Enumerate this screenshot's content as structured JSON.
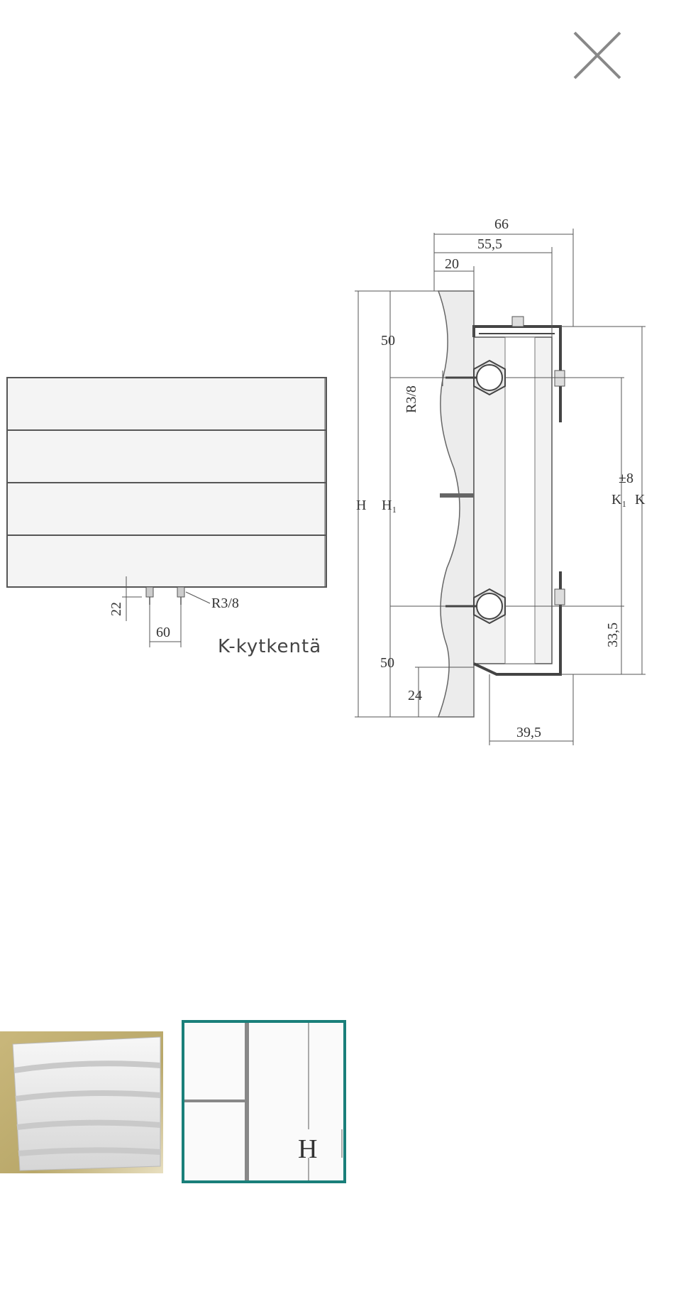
{
  "close_button": {
    "icon": "close-icon"
  },
  "drawing": {
    "caption": "K-kytkentä",
    "front_view": {
      "dim_22": "22",
      "dim_60": "60",
      "thread_label": "R3/8"
    },
    "side_view": {
      "dim_66": "66",
      "dim_55_5": "55,5",
      "dim_20": "20",
      "dim_50_top": "50",
      "dim_50_bottom": "50",
      "dim_24": "24",
      "dim_39_5": "39,5",
      "dim_33_5": "33,5",
      "thread_label": "R3/8",
      "label_h": "H",
      "label_h1": "H₁",
      "label_pm8": "±8",
      "label_k1": "K₁",
      "label_k": "K"
    }
  },
  "thumbnails": [
    {
      "name": "radiator-photo",
      "selected": false
    },
    {
      "name": "technical-drawing",
      "selected": true,
      "label": "H"
    }
  ],
  "colors": {
    "selected_border": "#1a7f7a",
    "thumb_photo_bg": "#b9a86a"
  }
}
